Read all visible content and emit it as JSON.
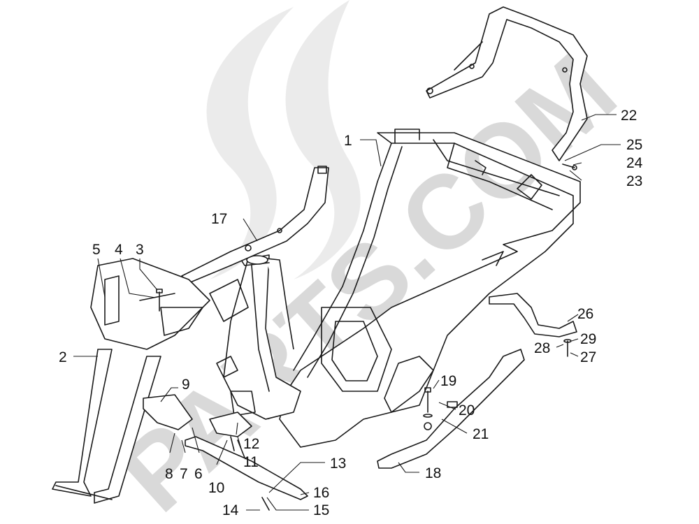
{
  "watermark": {
    "text": "PARTS.COM",
    "logo_icon": "swirl-logo-icon"
  },
  "callouts": [
    {
      "id": "1",
      "text": "1"
    },
    {
      "id": "2",
      "text": "2"
    },
    {
      "id": "3",
      "text": "3"
    },
    {
      "id": "4",
      "text": "4"
    },
    {
      "id": "5",
      "text": "5"
    },
    {
      "id": "6",
      "text": "6"
    },
    {
      "id": "7",
      "text": "7"
    },
    {
      "id": "8",
      "text": "8"
    },
    {
      "id": "9",
      "text": "9"
    },
    {
      "id": "10",
      "text": "10"
    },
    {
      "id": "11",
      "text": "11"
    },
    {
      "id": "12",
      "text": "12"
    },
    {
      "id": "13",
      "text": "13"
    },
    {
      "id": "14",
      "text": "14"
    },
    {
      "id": "15",
      "text": "15"
    },
    {
      "id": "16",
      "text": "16"
    },
    {
      "id": "17",
      "text": "17"
    },
    {
      "id": "18",
      "text": "18"
    },
    {
      "id": "19",
      "text": "19"
    },
    {
      "id": "20",
      "text": "20"
    },
    {
      "id": "21",
      "text": "21"
    },
    {
      "id": "22",
      "text": "22"
    },
    {
      "id": "23",
      "text": "23"
    },
    {
      "id": "24",
      "text": "24"
    },
    {
      "id": "25",
      "text": "25"
    },
    {
      "id": "26",
      "text": "26"
    },
    {
      "id": "27",
      "text": "27"
    },
    {
      "id": "28",
      "text": "28"
    },
    {
      "id": "29",
      "text": "29"
    }
  ]
}
